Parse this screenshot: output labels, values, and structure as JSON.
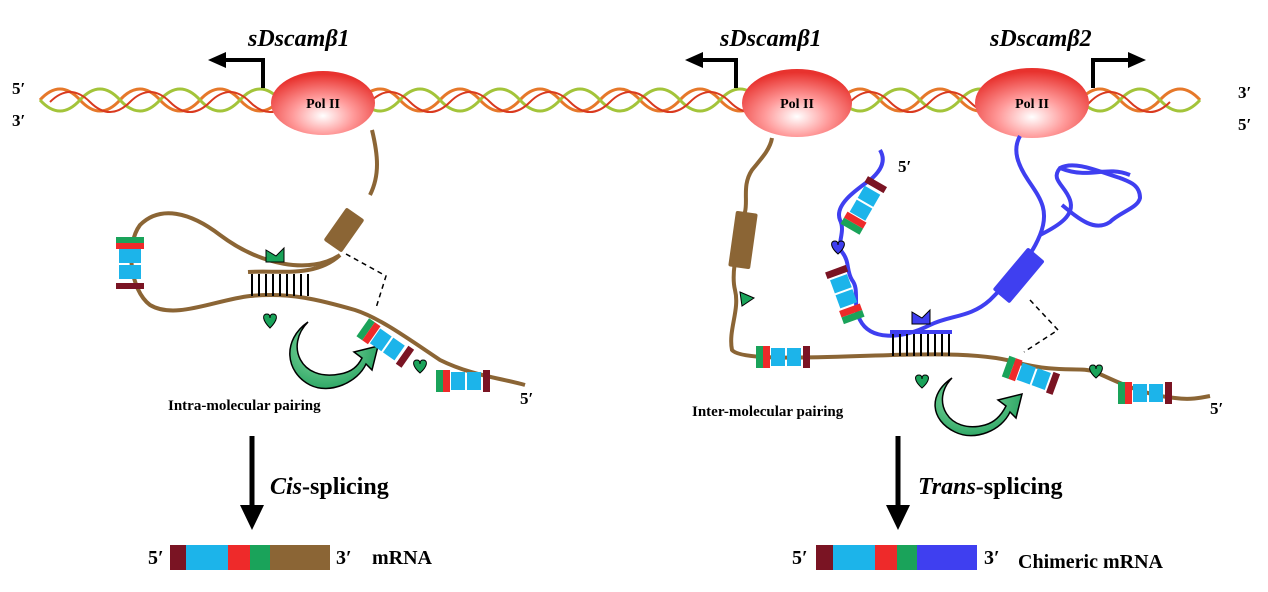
{
  "genes": {
    "left": "sDscamβ1",
    "middle": "sDscamβ1",
    "right": "sDscamβ2"
  },
  "polymerase_label": "Pol II",
  "dna_ends": {
    "left_top": "5′",
    "left_bottom": "3′",
    "right_top": "3′",
    "right_bottom": "5′"
  },
  "rna_end_label": "5′",
  "left_panel": {
    "caption": "Intra-molecular pairing",
    "process_italic": "Cis",
    "process_rest": "-splicing",
    "mrna_5": "5′",
    "mrna_3": "3′",
    "mrna_label": "mRNA"
  },
  "right_panel": {
    "caption": "Inter-molecular pairing",
    "process_italic": "Trans",
    "process_rest": "-splicing",
    "mrna_5": "5′",
    "mrna_3": "3′",
    "mrna_label": "Chimeric mRNA"
  },
  "colors": {
    "rna_brown": "#8b6535",
    "rna_blue": "#3f3ff0",
    "exon_cyan": "#1cb4ea",
    "exon_red": "#ee2a2a",
    "exon_green": "#1aa35a",
    "exon_darkred": "#7a1423",
    "pol_red": "#e8322e",
    "arrow_green": "#1f9e5b"
  }
}
